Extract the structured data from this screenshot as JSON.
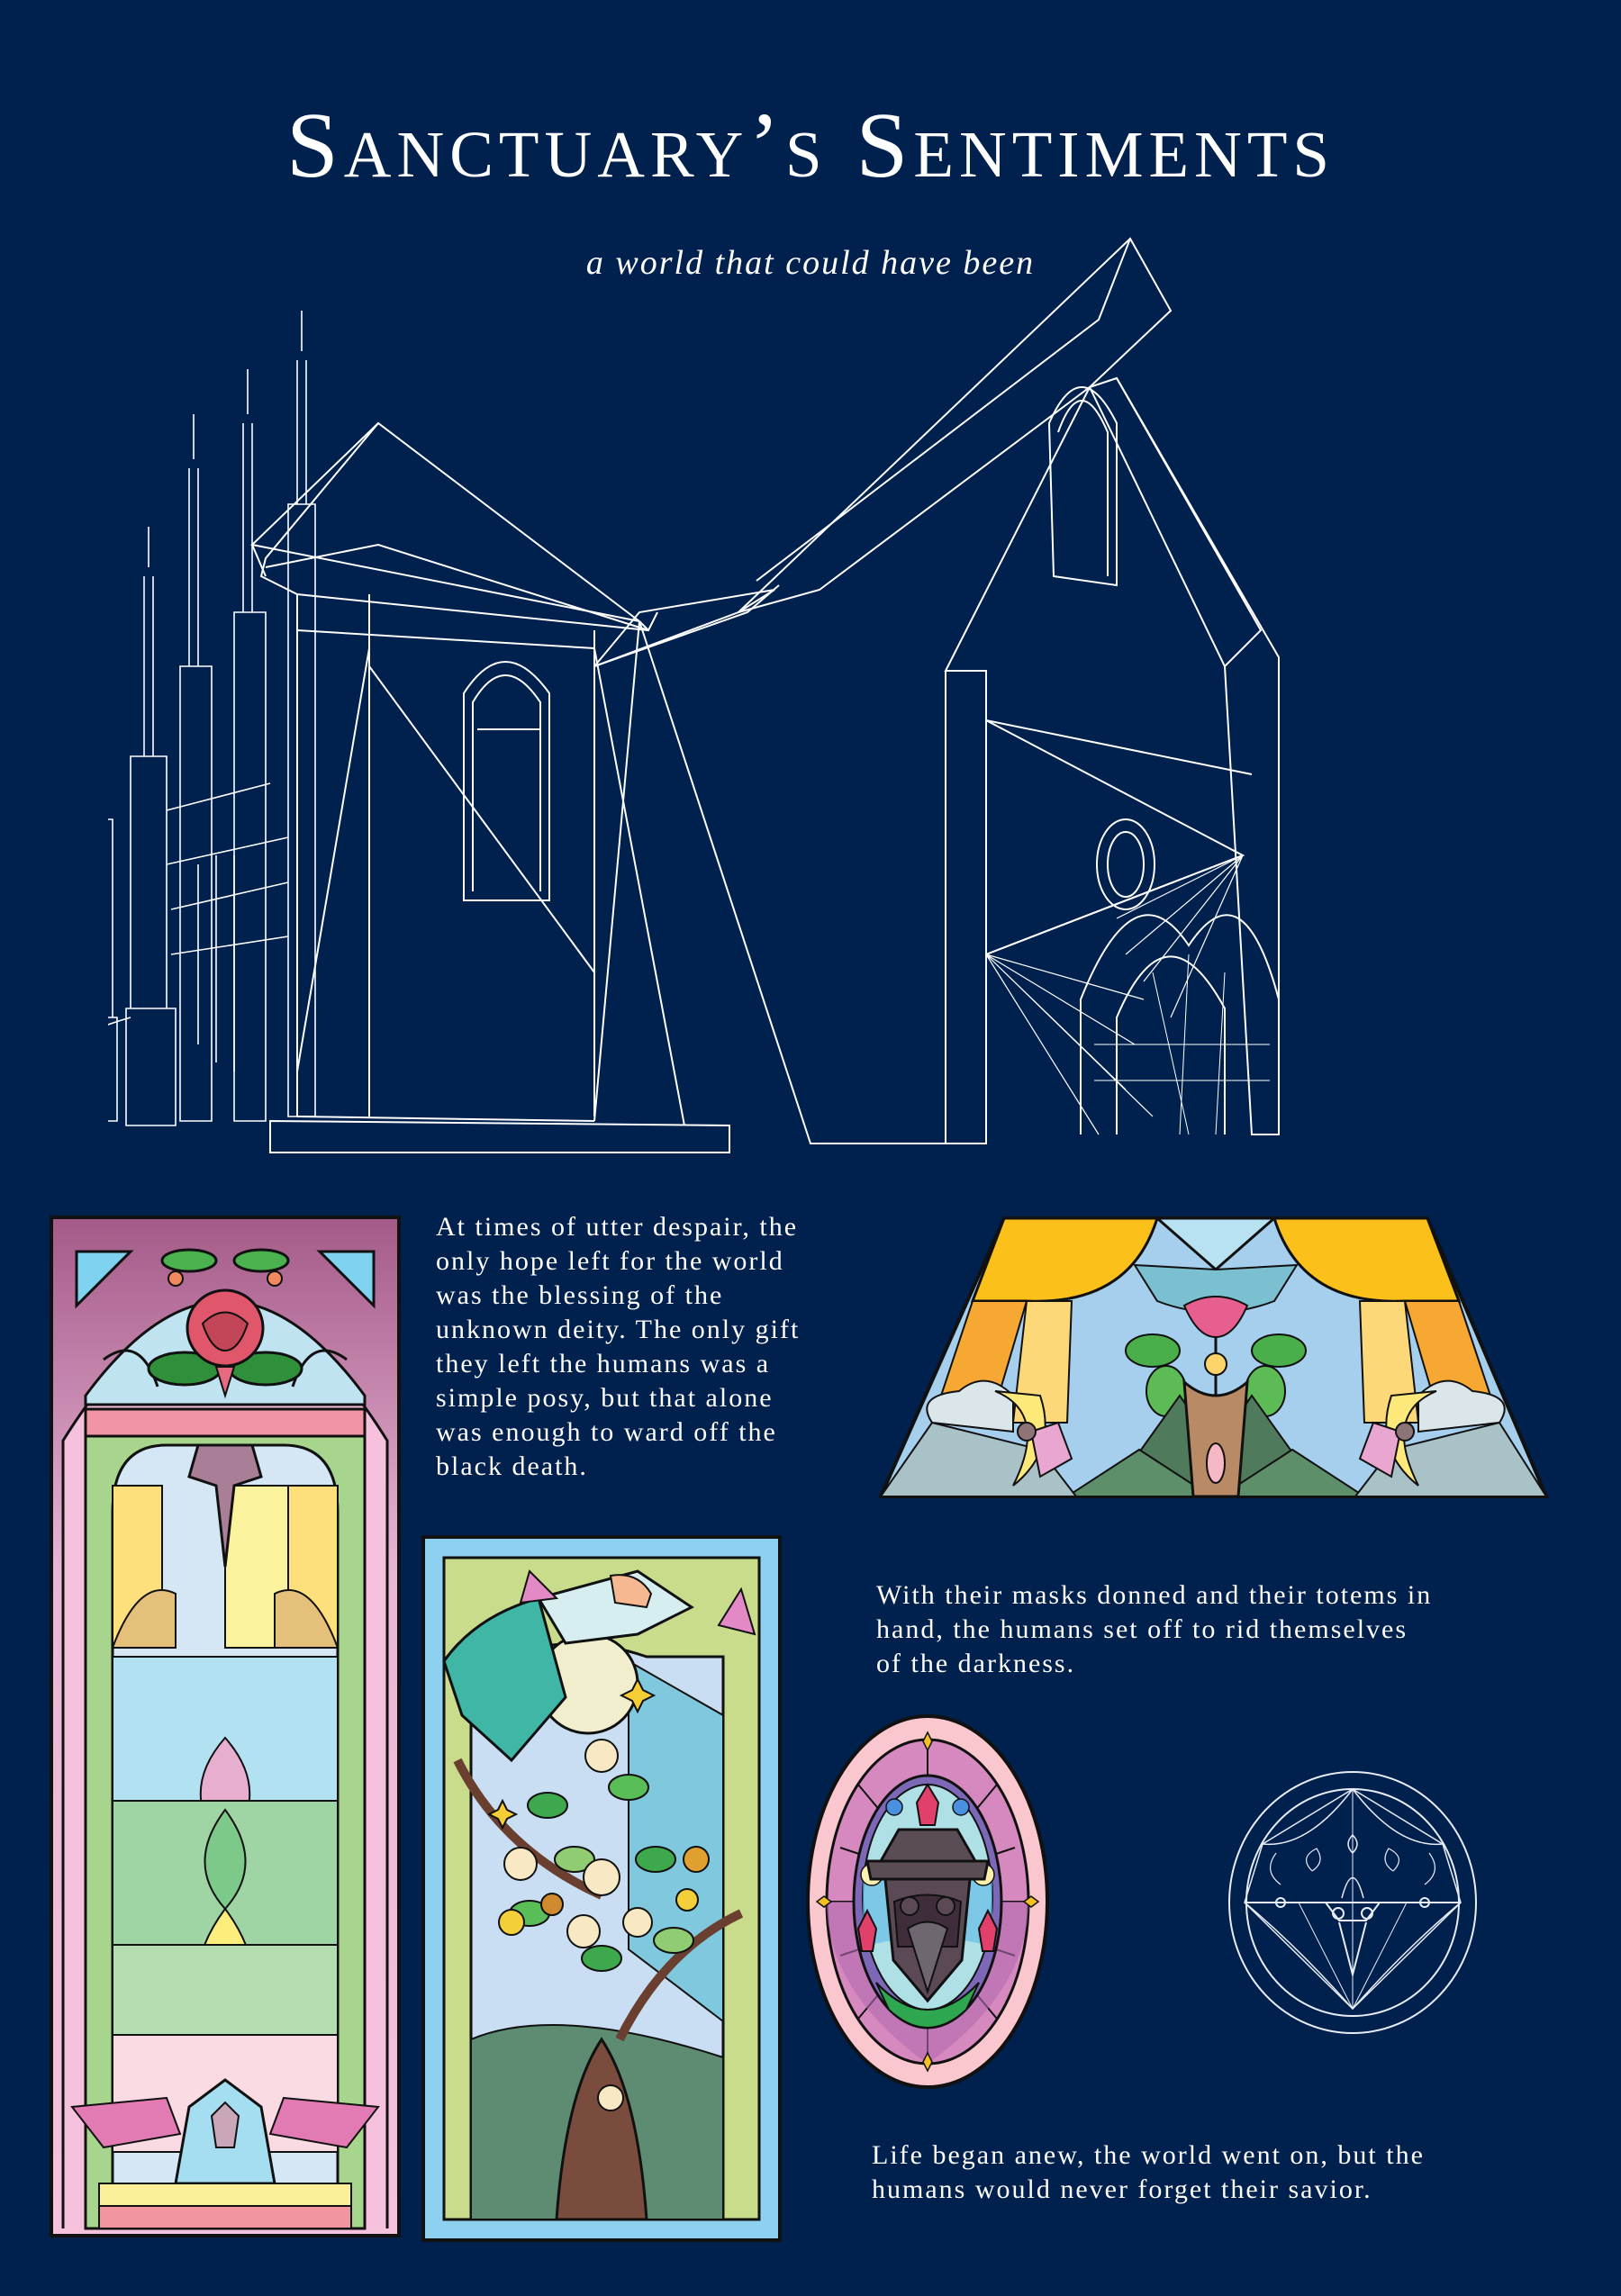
{
  "poster": {
    "title": "Sanctuary’s Sentiments",
    "subtitle": "a world that could have been",
    "background_color": "#00204e",
    "text_color": "#ffffff"
  },
  "illustrations": {
    "cathedral": {
      "label": "wireframe cathedral",
      "line_color": "#ffffff"
    },
    "rose_window_panel": {
      "label": "tall arched stained glass window with rose, plague mask and praying angel"
    },
    "tree_panel": {
      "label": "stained glass panel with blossoming orange tree and lilies"
    },
    "trapezoid_panel": {
      "label": "trapezoid stained glass with sun, tree, mountains and moon fairies"
    },
    "round_window": {
      "label": "round stained glass window with plague doctor mask and tulips"
    },
    "round_outline": {
      "label": "white line-art round window with plague mask and flowers"
    }
  },
  "texts": {
    "paragraph_1": "At times of utter despair, the\nonly hope left for the world\nwas the blessing of the\nunknown deity. The only gift\nthey left the humans was a\nsimple posy, but that alone\nwas enough to ward off the\nblack death.",
    "paragraph_2": "With their masks donned and their totems in\nhand, the humans set off to rid themselves\nof the darkness.",
    "paragraph_3": "Life began anew, the world went  on, but the\nhumans would never forget their savior."
  }
}
